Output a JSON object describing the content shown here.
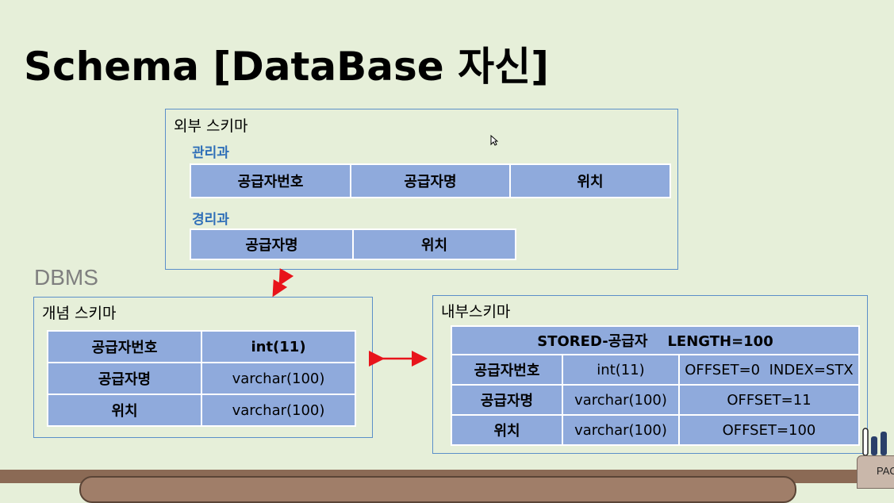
{
  "title": "Schema [DataBase 자신]",
  "external": {
    "title": "외부  스키마",
    "dept1": {
      "name": "관리과",
      "columns": [
        "공급자번호",
        "공급자명",
        "위치"
      ]
    },
    "dept2": {
      "name": "경리과",
      "columns": [
        "공급자명",
        "위치"
      ]
    }
  },
  "dbms_label": "DBMS",
  "conceptual": {
    "title": "개념  스키마",
    "rows": [
      [
        "공급자번호",
        "int(11)"
      ],
      [
        "공급자명",
        "varchar(100)"
      ],
      [
        "위치",
        "varchar(100)"
      ]
    ]
  },
  "internal": {
    "title": "내부스키마",
    "header": "STORED-공급자    LENGTH=100",
    "rows": [
      [
        "공급자번호",
        "int(11)",
        "OFFSET=0  INDEX=STX"
      ],
      [
        "공급자명",
        "varchar(100)",
        "OFFSET=11"
      ],
      [
        "위치",
        "varchar(100)",
        "OFFSET=100"
      ]
    ]
  },
  "corner_tab": "PAC",
  "colors": {
    "background": "#e6efd9",
    "cell": "#8faadc",
    "border": "#5b8fc9",
    "arrow": "#e8141b",
    "subtitle": "#2f6fb8"
  }
}
